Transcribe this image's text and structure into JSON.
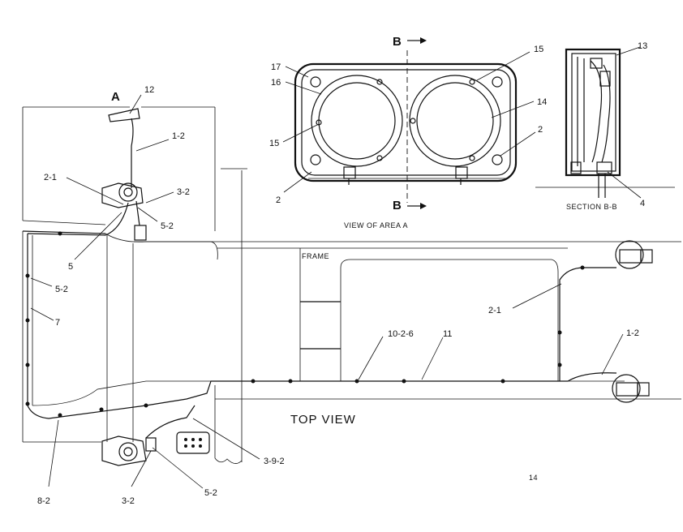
{
  "view_titles": {
    "view_of_area": "VIEW OF AREA A",
    "section": "SECTION B-B",
    "top_view": "TOP VIEW",
    "frame": "FRAME"
  },
  "section_markers": {
    "area_a": "A",
    "b_top": "B",
    "b_bottom": "B"
  },
  "callouts": {
    "c12": "12",
    "c1_2_top": "1-2",
    "c2_1_left": "2-1",
    "c3_2_top": "3-2",
    "c5_2_top": "5-2",
    "c5": "5",
    "c5_2_left": "5-2",
    "c7": "7",
    "c8_2": "8-2",
    "c3_2_bottom": "3-2",
    "c5_2_bottom": "5-2",
    "c3_9_2": "3-9-2",
    "c10_2_6": "10-2-6",
    "c11": "11",
    "c2_1_right": "2-1",
    "c1_2_right": "1-2",
    "c17": "17",
    "c16": "16",
    "c15_left": "15",
    "c2_area_left": "2",
    "c15_right": "15",
    "c14": "14",
    "c2_area_right": "2",
    "c13": "13",
    "c4": "4"
  },
  "page_number": "14"
}
